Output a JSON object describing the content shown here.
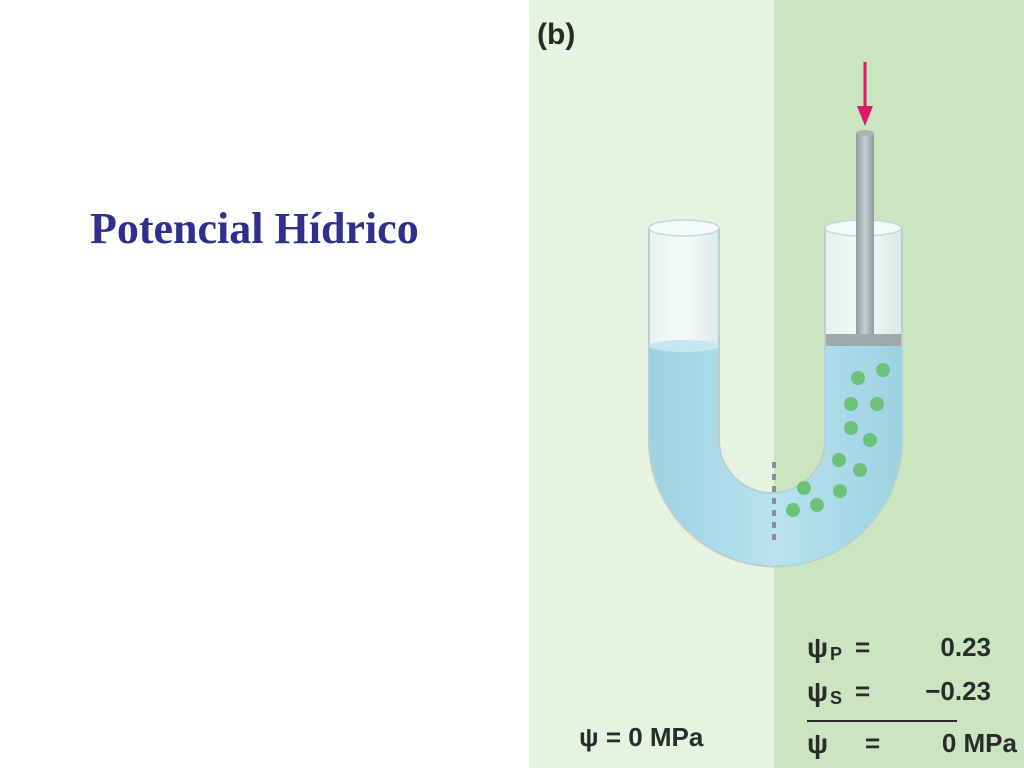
{
  "title": "Potencial Hídrico",
  "figure": {
    "panel_label": "(b)",
    "left_equation": "ψ = 0 MPa",
    "right": {
      "pressure": {
        "symbol": "ψ",
        "subscript": "P",
        "equals": "=",
        "value": "0.23"
      },
      "solute": {
        "symbol": "ψ",
        "subscript": "S",
        "equals": "=",
        "value": "−0.23"
      },
      "total": {
        "symbol": "ψ",
        "equals": "=",
        "value": "0 MPa"
      }
    },
    "colors": {
      "left_background": "#e6f3e0",
      "right_background": "#c9e6c0",
      "water": "#a8d8e6",
      "solute_particles": "#6cc27a",
      "arrow": "#e0186c",
      "title": "#2e2f8f"
    }
  }
}
